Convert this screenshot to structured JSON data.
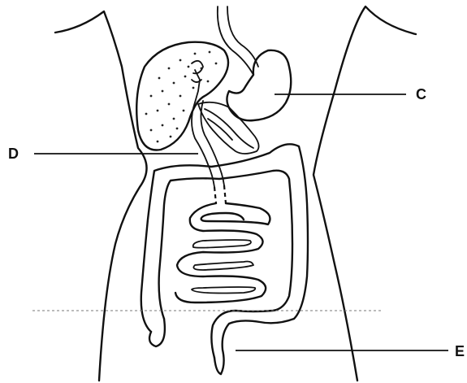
{
  "labels": {
    "c": "C",
    "d": "D",
    "e": "E"
  },
  "colors": {
    "ink": "#111111",
    "background": "#ffffff"
  }
}
